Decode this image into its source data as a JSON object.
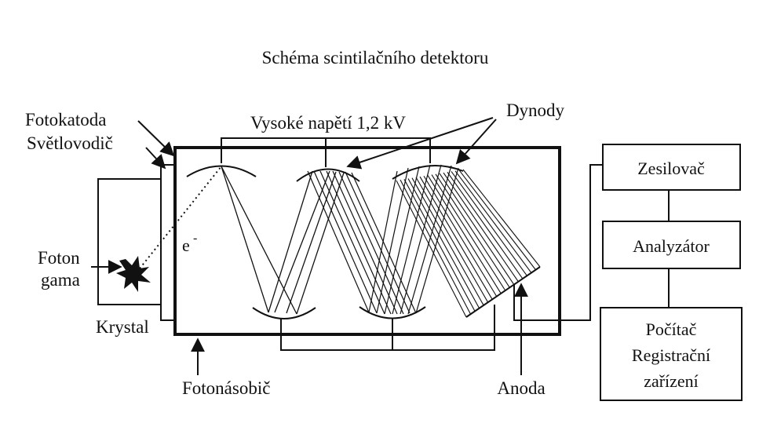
{
  "title": "Schéma scintilačního detektoru",
  "labels": {
    "high_voltage": "Vysoké napětí 1,2 kV",
    "dynodes": "Dynody",
    "photocathode": "Fotokatoda",
    "light_guide": "Světlovodič",
    "photon_line1": "Foton",
    "photon_line2": "gama",
    "electron": "e",
    "electron_sup": "-",
    "crystal": "Krystal",
    "photomultiplier": "Fotonásobič",
    "anode": "Anoda"
  },
  "blocks": {
    "amplifier": "Zesilovač",
    "analyzer": "Analyzátor",
    "computer_line1": "Počítač",
    "computer_line2": "Registrační",
    "computer_line3": "zařízení"
  }
}
